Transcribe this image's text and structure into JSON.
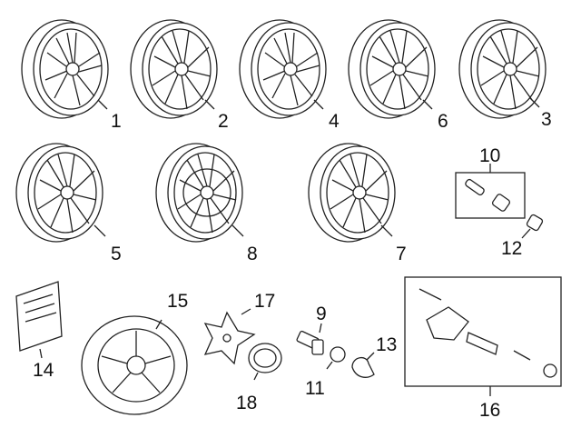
{
  "diagram": {
    "parts": [
      {
        "id": "wheel-1",
        "label": "1"
      },
      {
        "id": "wheel-2",
        "label": "2"
      },
      {
        "id": "wheel-4",
        "label": "4"
      },
      {
        "id": "wheel-6",
        "label": "6"
      },
      {
        "id": "wheel-3",
        "label": "3"
      },
      {
        "id": "wheel-5",
        "label": "5"
      },
      {
        "id": "wheel-8",
        "label": "8"
      },
      {
        "id": "wheel-7",
        "label": "7"
      },
      {
        "id": "valve-kit",
        "label": "10"
      },
      {
        "id": "valve-cap",
        "label": "12"
      },
      {
        "id": "instruction-kit",
        "label": "14"
      },
      {
        "id": "spare-wheel",
        "label": "15"
      },
      {
        "id": "center-cap",
        "label": "17"
      },
      {
        "id": "hub-cap",
        "label": "18"
      },
      {
        "id": "lug-bolt",
        "label": "9"
      },
      {
        "id": "lock-bolt",
        "label": "11"
      },
      {
        "id": "bolt-tool",
        "label": "13"
      },
      {
        "id": "tpms-sensor",
        "label": "16"
      }
    ],
    "icons": [
      "wheel-icon",
      "valve-stem-icon",
      "sensor-icon",
      "bolt-icon",
      "center-cap-icon",
      "manual-icon"
    ]
  }
}
